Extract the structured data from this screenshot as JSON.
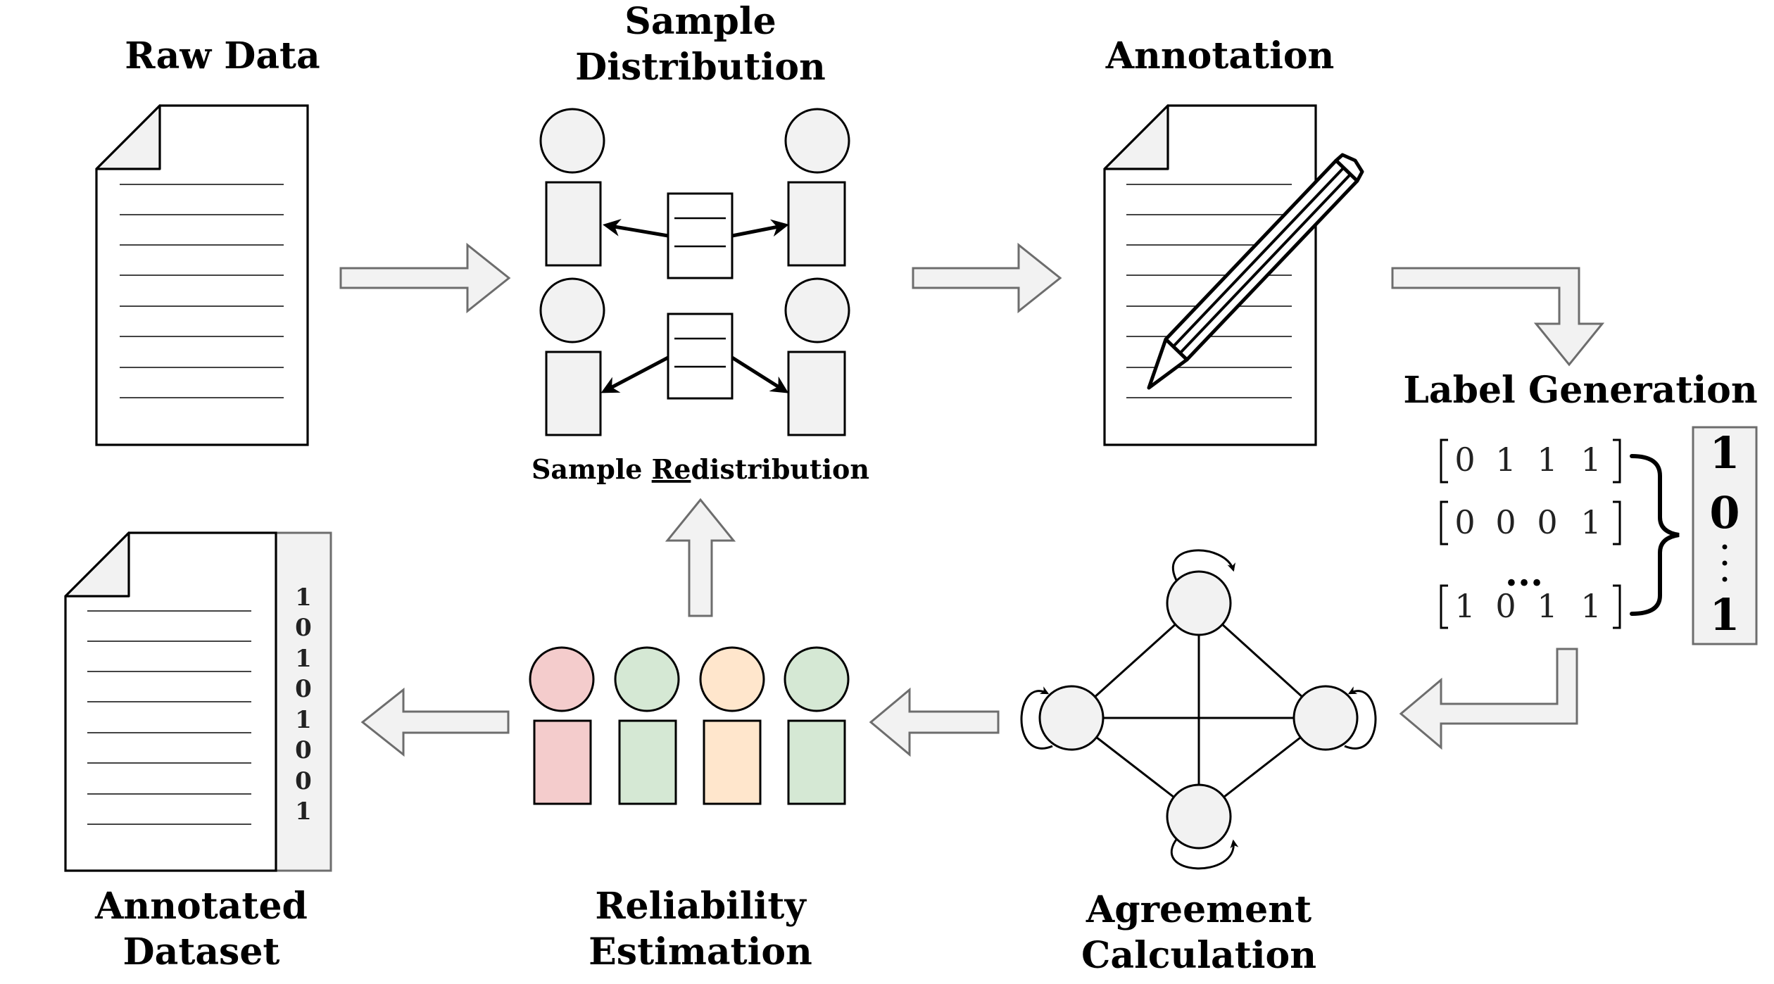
{
  "stages": {
    "raw_data": "Raw Data",
    "sample_distribution_line1": "Sample",
    "sample_distribution_line2": "Distribution",
    "annotation": "Annotation",
    "label_generation": "Label Generation",
    "annotated_dataset_line1": "Annotated",
    "annotated_dataset_line2": "Dataset",
    "reliability_estimation_line1": "Reliability",
    "reliability_estimation_line2": "Estimation",
    "agreement_calculation_line1": "Agreement",
    "agreement_calculation_line2": "Calculation"
  },
  "redistribution": {
    "prefix": "Sample ",
    "underlined": "Re",
    "suffix": "distribution"
  },
  "label_matrix": {
    "rows": [
      [
        "0",
        "1",
        "1",
        "1"
      ],
      [
        "0",
        "0",
        "0",
        "1"
      ],
      [
        "1",
        "0",
        "1",
        "1"
      ]
    ],
    "ellipsis": "...",
    "result": [
      "1",
      "0",
      "1"
    ]
  },
  "dataset_labels": [
    "1",
    "0",
    "1",
    "0",
    "1",
    "0",
    "0",
    "1"
  ],
  "annotator_colors": [
    "#f4cccc",
    "#d5e8d4",
    "#ffe6cc",
    "#d5e8d4"
  ],
  "colors": {
    "fill": "#f2f2f2",
    "arrow_stroke": "#6d6d6d"
  }
}
